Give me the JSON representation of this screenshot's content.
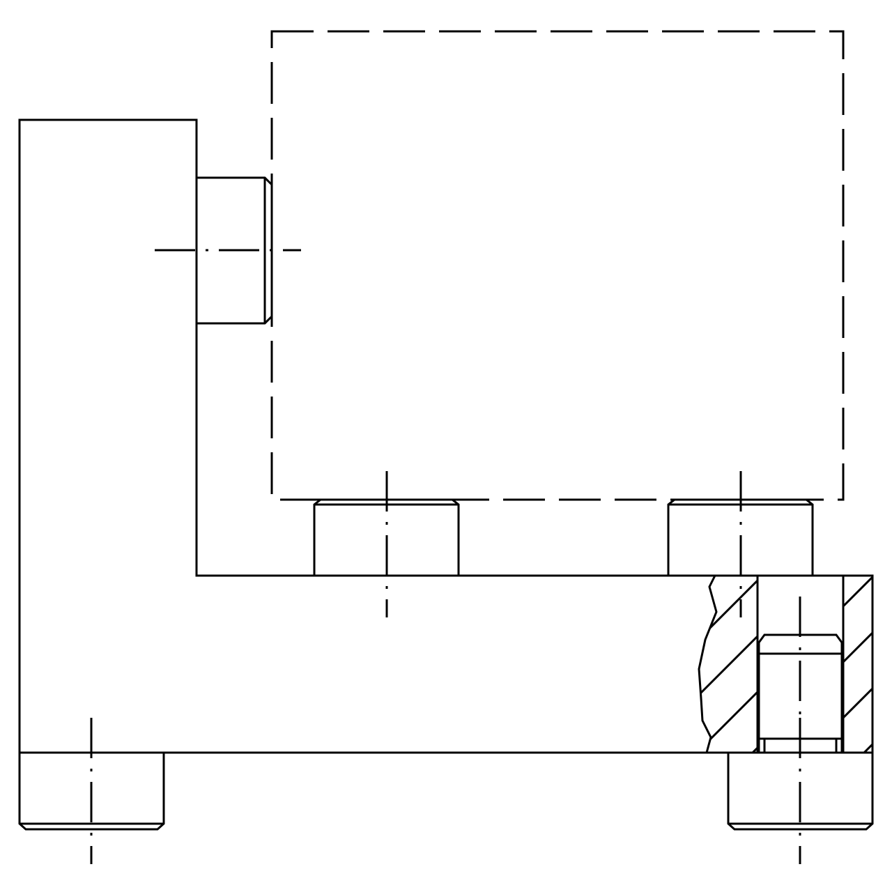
{
  "drawing": {
    "type": "mechanical-assembly-section",
    "background_color": "#ffffff",
    "line_color": "#000000",
    "components": [
      "l-bracket",
      "hidden-workpiece",
      "locating-pin",
      "support-pin-left",
      "support-pin-right",
      "foot-left",
      "foot-right",
      "section-cutaway",
      "threaded-insert"
    ]
  }
}
